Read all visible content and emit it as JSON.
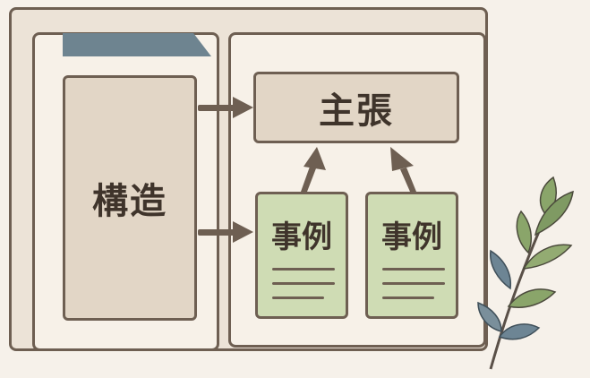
{
  "structure": {
    "label": "構造"
  },
  "claim": {
    "label": "主張"
  },
  "cases": [
    {
      "label": "事例"
    },
    {
      "label": "事例"
    }
  ],
  "colors": {
    "outline": "#6e5f52",
    "box_fill": "#e2d6c6",
    "case_fill": "#cfdcb4",
    "folder_tab": "#6e8490",
    "leaf_green": "#8aa56a",
    "leaf_blue": "#6d8594"
  }
}
